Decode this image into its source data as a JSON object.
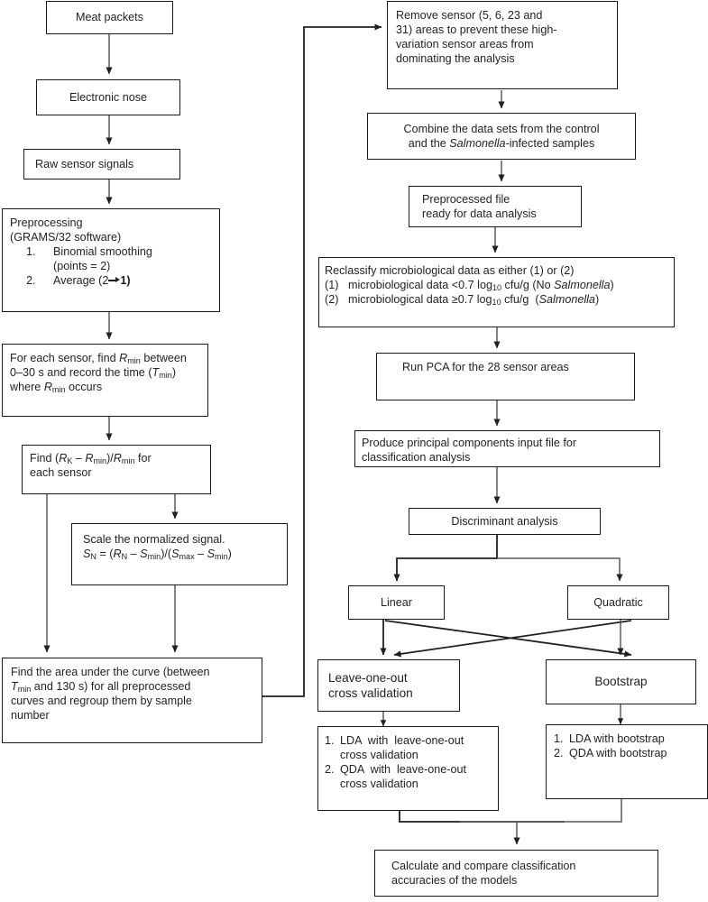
{
  "diagram": {
    "title": "Electronic nose Salmonella detection analysis flowchart",
    "line_color": "#231f20",
    "box_border_color": "#1a1a1a",
    "background": "#ffffff"
  },
  "nodes": {
    "meat_packets": {
      "label": "Meat packets"
    },
    "electronic_nose": {
      "label": "Electronic nose"
    },
    "raw_sensor_signals": {
      "label": "Raw sensor signals"
    },
    "preprocessing": {
      "line1": "Preprocessing",
      "line2": "(GRAMS/32 software)",
      "item1_num": "1.",
      "item1_text": "Binomial smoothing",
      "item1_text2": "(points = 2)",
      "item2_num": "2.",
      "item2_text_pre": "Average (2",
      "item2_text_post": "1)"
    },
    "find_rmin": {
      "line1_a": "For each sensor, find ",
      "line1_r": "R",
      "line1_rsub": "min",
      "line1_b": " between",
      "line2_a": "0–30 s and record the time (",
      "line2_t": "T",
      "line2_tsub": "min",
      "line2_b": ")",
      "line3_a": "where ",
      "line3_r": "R",
      "line3_rsub": "min",
      "line3_b": " occurs"
    },
    "find_ratio": {
      "line1_pre": "Find (",
      "line1_rk": "R",
      "line1_rksub": "K",
      "line1_mid": " – ",
      "line1_rmin": "R",
      "line1_rminsub": "min",
      "line1_div": ")/",
      "line1_rmin2": "R",
      "line1_rmin2sub": "min",
      "line1_post": " for",
      "line2": "each sensor"
    },
    "scale_signal": {
      "line1": "Scale the normalized signal.",
      "formula_sn": "S",
      "formula_snsub": "N",
      "formula_eq": " = (",
      "formula_rn": "R",
      "formula_rnsub": "N",
      "formula_minus1": " – ",
      "formula_smin": "S",
      "formula_sminsub": "min",
      "formula_close1": ")/(",
      "formula_smax": "S",
      "formula_smaxsub": "max",
      "formula_minus2": " – ",
      "formula_smin2": "S",
      "formula_smin2sub": "min",
      "formula_close2": ")"
    },
    "area_under_curve": {
      "line1": "Find the area under the curve (between",
      "line2_t": "T",
      "line2_tsub": "min",
      "line2_rest": " and 130 s) for all preprocessed",
      "line3": "curves and regroup them by sample",
      "line4": "number"
    },
    "remove_sensor": {
      "line1": "Remove sensor (5, 6, 23 and",
      "line2": "31) areas to prevent these high-",
      "line3": "variation sensor areas from",
      "line4": "dominating the analysis"
    },
    "combine_data": {
      "line1": "Combine the data sets from the control",
      "line2_a": "and the ",
      "line2_i": "Salmonella",
      "line2_b": "-infected samples"
    },
    "preprocessed_file": {
      "line1": "Preprocessed file",
      "line2": "ready for data analysis"
    },
    "reclassify": {
      "line1": "Reclassify microbiological data as either (1) or (2)",
      "item1_num": "(1)",
      "item1_a": "microbiological data <0.7 log",
      "item1_sub": "10",
      "item1_b": " cfu/g (No ",
      "item1_i": "Salmonella",
      "item1_c": ")",
      "item2_num": "(2)",
      "item2_a": "microbiological data ≥0.7 log",
      "item2_sub": "10",
      "item2_b": " cfu/g  (",
      "item2_i": "Salmonella",
      "item2_c": ")"
    },
    "run_pca": {
      "label": "Run PCA for the 28 sensor areas"
    },
    "produce_pc": {
      "line1": "Produce principal components input file for",
      "line2": "classification analysis"
    },
    "discriminant": {
      "label": "Discriminant analysis"
    },
    "linear": {
      "label": "Linear"
    },
    "quadratic": {
      "label": "Quadratic"
    },
    "leave_one_out": {
      "line1": "Leave-one-out",
      "line2": "cross validation"
    },
    "bootstrap": {
      "label": "Bootstrap"
    },
    "loo_results": {
      "item1_num": "1.",
      "item1_line1": "LDA  with  leave-one-out",
      "item1_line2": "cross validation",
      "item2_num": "2.",
      "item2_line1": "QDA  with  leave-one-out",
      "item2_line2": "cross validation"
    },
    "bootstrap_results": {
      "item1_num": "1.",
      "item1_text": "LDA with bootstrap",
      "item2_num": "2.",
      "item2_text": "QDA with bootstrap"
    },
    "calculate_compare": {
      "line1": "Calculate and compare classification",
      "line2": "accuracies of the models"
    }
  }
}
